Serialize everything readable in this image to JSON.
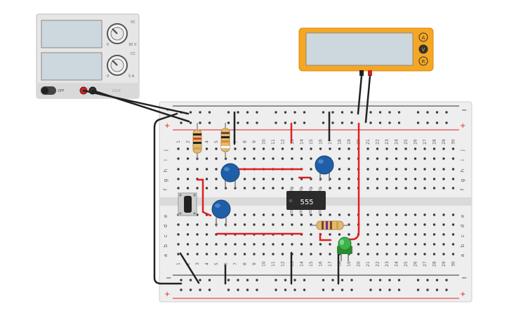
{
  "power_supply": {
    "voltage_label": "VC",
    "voltage_max": "30 V",
    "voltage_min": "0",
    "current_label": "CC",
    "current_max": "5 A",
    "current_min": "0",
    "power_label": "OFF",
    "brand": "CCIX"
  },
  "multimeter": {
    "modes": [
      "A",
      "V",
      "R"
    ],
    "body_color": "#f5a623"
  },
  "breadboard": {
    "columns": [
      "1",
      "2",
      "3",
      "4",
      "5",
      "6",
      "7",
      "8",
      "9",
      "10",
      "11",
      "12",
      "13",
      "14",
      "15",
      "16",
      "17",
      "18",
      "19",
      "20",
      "21",
      "22",
      "23",
      "24",
      "25",
      "26",
      "27",
      "28",
      "29",
      "30"
    ],
    "rows_top": [
      "j",
      "i",
      "h",
      "g",
      "f"
    ],
    "rows_bottom": [
      "e",
      "d",
      "c",
      "b",
      "a"
    ],
    "rail_minus": "−",
    "rail_plus": "+"
  },
  "ic": {
    "label": "555"
  },
  "colors": {
    "wire_red": "#e02020",
    "wire_black": "#222222",
    "capacitor": "#1f5fa8",
    "led": "#2e9c3a"
  }
}
